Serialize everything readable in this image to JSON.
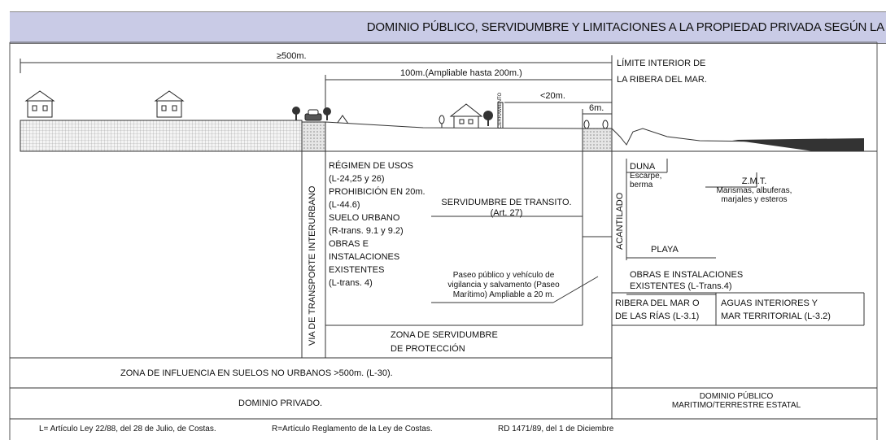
{
  "title": "DOMINIO PÚBLICO, SERVIDUMBRE Y LIMITACIONES A LA PROPIEDAD PRIVADA SEGÚN LA",
  "dimensions": {
    "d500": "≥500m.",
    "d100": "100m.(Ampliable hasta 200m.)",
    "d20": "<20m.",
    "d6": "6m."
  },
  "limit_label": [
    "LÍMITE INTERIOR DE",
    "LA RIBERA DEL MAR."
  ],
  "cerramiento": "CERRAMIENTO",
  "regimen": [
    "RÉGIMEN DE USOS",
    "(L-24,25 y 26)",
    "PROHIBICIÓN EN 20m.",
    "(L-44.6)",
    "SUELO URBANO",
    "(R-trans. 9.1 y 9.2)",
    "OBRAS E",
    "INSTALACIONES",
    "EXISTENTES",
    "(L-trans. 4)"
  ],
  "via": "VIA DE TRANSPORTE INTERURBANO",
  "servidumbre_transito": [
    "SERVIDUMBRE DE TRANSITO.",
    "(Art. 27)"
  ],
  "paseo": [
    "Paseo público y vehículo de",
    "vigilancia y salvamento (Paseo",
    "Marítimo) Ampliable a 20 m."
  ],
  "zona_servidumbre": [
    "ZONA DE SERVIDUMBRE",
    "DE PROTECCIÓN"
  ],
  "zona_influencia": "ZONA DE INFLUENCIA EN SUELOS NO URBANOS >500m. (L-30).",
  "dominio_privado": "DOMINIO PRIVADO.",
  "acantilado": "ACANTILADO",
  "duna": [
    "DUNA",
    "Escarpe,",
    "berma"
  ],
  "zmt": [
    "Z.M.T.",
    "Marismas, albuferas,",
    "marjales y esteros"
  ],
  "playa": "PLAYA",
  "obras": [
    "OBRAS E INSTALACIONES",
    "EXISTENTES (L-Trans.4)"
  ],
  "ribera": [
    "RIBERA DEL MAR O",
    "DE LAS RÍAS (L-3.1)"
  ],
  "aguas": [
    "AGUAS INTERIORES Y",
    "MAR TERRITORIAL (L-3.2)"
  ],
  "dominio_publico": [
    "DOMINIO PÚBLICO",
    "MARITIMO/TERRESTRE ESTATAL"
  ],
  "footer": {
    "l": "L= Artículo Ley 22/88, del 28 de Julio, de Costas.",
    "r": "R=Artículo Reglamento de la Ley de Costas.",
    "rd": "RD 1471/89, del 1 de Diciembre"
  },
  "colors": {
    "title_bg": "#c9cbe6",
    "line": "#333333"
  }
}
